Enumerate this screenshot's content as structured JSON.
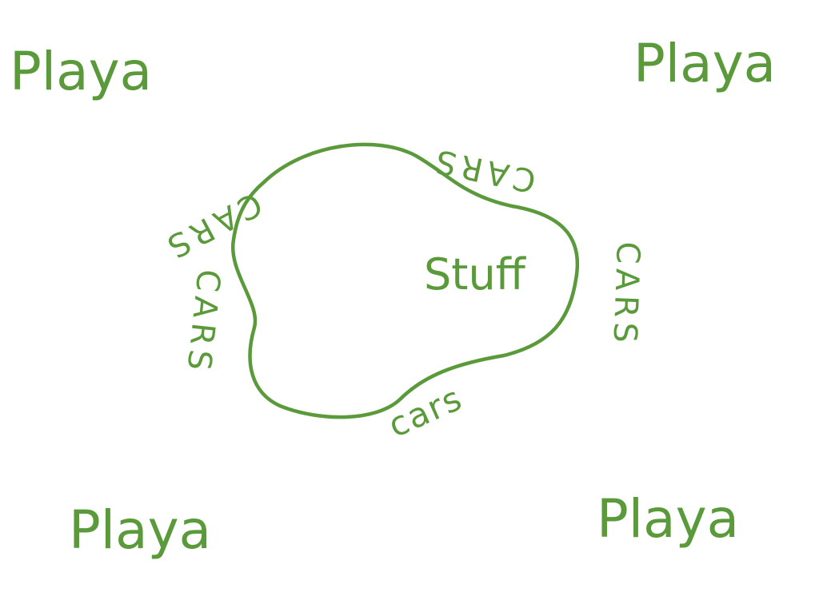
{
  "diagram": {
    "corner_labels": {
      "top_left": "Playa",
      "top_right": "Playa",
      "bottom_left": "Playa",
      "bottom_right": "Playa"
    },
    "center_label": "Stuff",
    "ring_labels": {
      "top_left": "CARS",
      "top_right": "CARS",
      "left": "CARS",
      "right": "CARS",
      "bottom": "cars"
    },
    "ink_color": "#5a9a3a"
  }
}
